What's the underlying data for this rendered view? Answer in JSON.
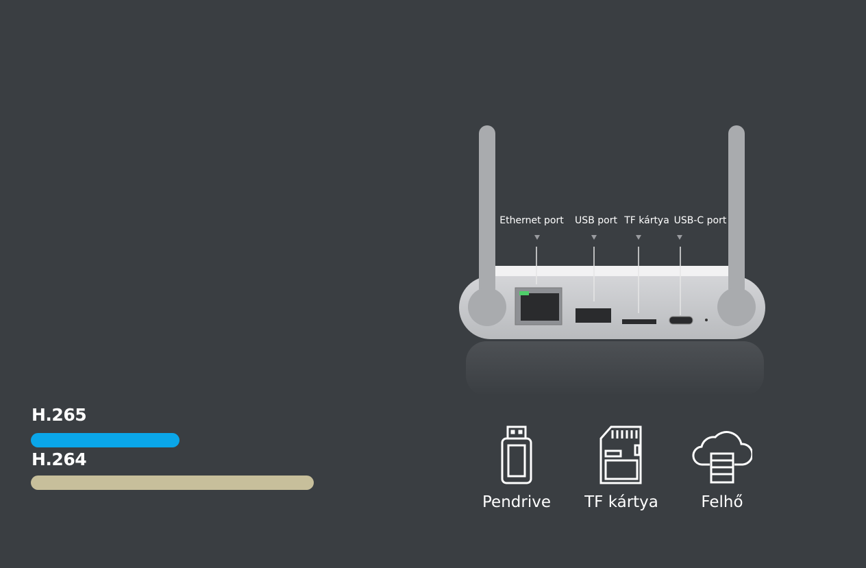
{
  "codecs": [
    {
      "label": "H.265",
      "relative_bitrate": 0.525,
      "color": "#0aa6e9"
    },
    {
      "label": "H.264",
      "relative_bitrate": 1.0,
      "color": "#c7bf9b"
    }
  ],
  "ports": [
    "Ethernet port",
    "USB port",
    "TF kártya",
    "USB-C port"
  ],
  "storage": [
    {
      "label": "Pendrive",
      "icon": "usb-drive-icon"
    },
    {
      "label": "TF kártya",
      "icon": "sd-card-icon"
    },
    {
      "label": "Felhő",
      "icon": "cloud-server-icon"
    }
  ]
}
